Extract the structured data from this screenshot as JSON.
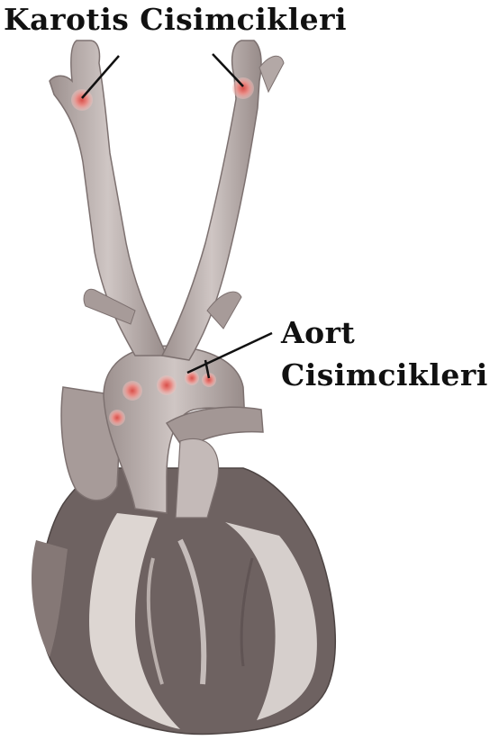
{
  "labels": {
    "carotid_bodies": "Karotis Cisimcikleri",
    "aortic_bodies_line1": "Aort",
    "aortic_bodies_line2": "Cisimcikleri"
  },
  "colors": {
    "background": "#ffffff",
    "vessel": "#b9aeac",
    "vessel_shadow": "#8f8280",
    "heart_dark": "#6e6261",
    "heart_light": "#e9e3df",
    "body_marker": "#e98c86",
    "leader_line": "#111111",
    "text": "#111111"
  }
}
